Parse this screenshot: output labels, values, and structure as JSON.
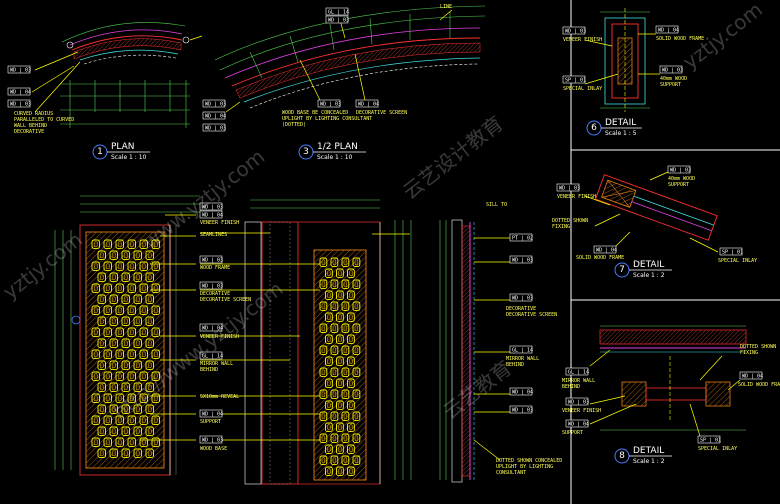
{
  "views": {
    "plan": {
      "number": "1",
      "title": "PLAN",
      "scale": "Scale 1 : 10"
    },
    "half_plan": {
      "number": "3",
      "title": "1/2 PLAN",
      "scale": "Scale 1 : 10"
    },
    "detail6": {
      "number": "6",
      "title": "DETAIL",
      "scale": "Scale 1 : 5"
    },
    "detail7": {
      "number": "7",
      "title": "DETAIL",
      "scale": "Scale 1 : 2"
    },
    "detail8": {
      "number": "8",
      "title": "DETAIL",
      "scale": "Scale 1 : 2"
    }
  },
  "labels": {
    "curved_radius_1": "CURVED RADIUS",
    "curved_radius_2": "PARALLELED TO CURVED",
    "curved_radius_3": "WALL BEHIND",
    "decorative": "DECORATIVE",
    "decorative_screen": "DECORATIVE SCREEN",
    "wood_base_1": "WOOD BASE BE CONCEALED",
    "wood_base_2": "UPLIGHT BY LIGHTING CONSULTANT",
    "wood_base_3": "(DOTTED)",
    "veneer_finish": "VENEER FINISH",
    "seamlines": "SEAMLINES",
    "wood_frame": "WOOD FRAME",
    "mirror_wall_1": "MIRROR WALL",
    "mirror_wall_2": "BEHIND",
    "reveal": "5X10mm REVEAL",
    "support": "SUPPORT",
    "wood_base": "WOOD BASE",
    "sill_to": "SILL TO",
    "dotted_1": "DOTTED SHOWN CONCEALED",
    "dotted_2": "UPLIGHT BY LIGHTING",
    "dotted_3": "CONSULTANT",
    "solid_wood_frame": "SOLID WOOD FRAME",
    "wood_support_1": "40mm WOOD",
    "wood_support_2": "SUPPORT",
    "special_inlay": "SPECIAL INLAY",
    "dotted_shown_1": "DOTTED SHOWN",
    "dotted_shown_2": "FIXING",
    "line": "LINE"
  },
  "tags": {
    "wd03": "WD | 03",
    "wd04": "WD | 04",
    "gl14": "GL | 14",
    "sp01": "SP | 01",
    "pt02": "PT | 02"
  },
  "watermarks": [
    "www.yztjy.com",
    "云艺设计教育",
    "http://www.yztjy.com",
    "云艺教育",
    "yztjy.com"
  ],
  "colors": {
    "background": "#000000",
    "frame_yellow": "#ffff00",
    "screen_orange": "#ff8c1a",
    "dim_green": "#4fd24f",
    "section_red": "#ff3030",
    "mirror_magenta": "#e040e0",
    "glass_cyan": "#40e0e0"
  }
}
